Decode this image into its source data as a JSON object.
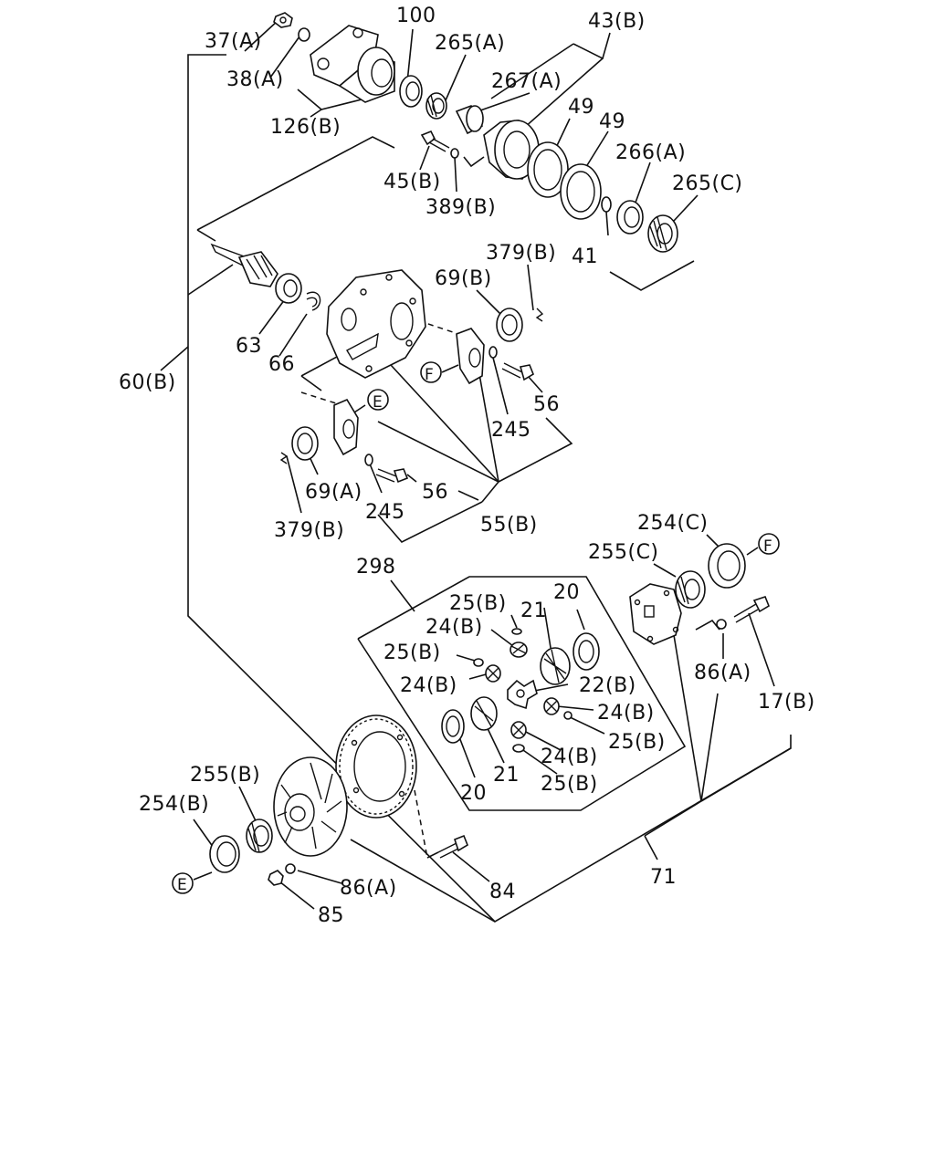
{
  "labels": {
    "l_37a": "37(A)",
    "l_38a": "38(A)",
    "l_126b": "126(B)",
    "l_100": "100",
    "l_265a": "265(A)",
    "l_43b": "43(B)",
    "l_267a": "267(A)",
    "l_49a": "49",
    "l_49b": "49",
    "l_266a": "266(A)",
    "l_265c": "265(C)",
    "l_45b": "45(B)",
    "l_389b": "389(B)",
    "l_41": "41",
    "l_379b_top": "379(B)",
    "l_69b": "69(B)",
    "l_63": "63",
    "l_66": "66",
    "l_60b": "60(B)",
    "l_f_top": "F",
    "l_56_top": "56",
    "l_245_top": "245",
    "l_e_top": "E",
    "l_69a": "69(A)",
    "l_56_bot": "56",
    "l_245_bot": "245",
    "l_379b_bot": "379(B)",
    "l_55b": "55(B)",
    "l_298": "298",
    "l_254c": "254(C)",
    "l_f_right": "F",
    "l_255c": "255(C)",
    "l_25b_1": "25(B)",
    "l_21_top": "21",
    "l_20_top": "20",
    "l_24b_1": "24(B)",
    "l_25b_2": "25(B)",
    "l_24b_2": "24(B)",
    "l_22b": "22(B)",
    "l_24b_3": "24(B)",
    "l_25b_3": "25(B)",
    "l_24b_4": "24(B)",
    "l_25b_4": "25(B)",
    "l_21_bot": "21",
    "l_20_bot": "20",
    "l_86a_right": "86(A)",
    "l_17b": "17(B)",
    "l_255b": "255(B)",
    "l_254b": "254(B)",
    "l_e_bot": "E",
    "l_86a_bot": "86(A)",
    "l_85": "85",
    "l_84": "84",
    "l_71": "71"
  }
}
